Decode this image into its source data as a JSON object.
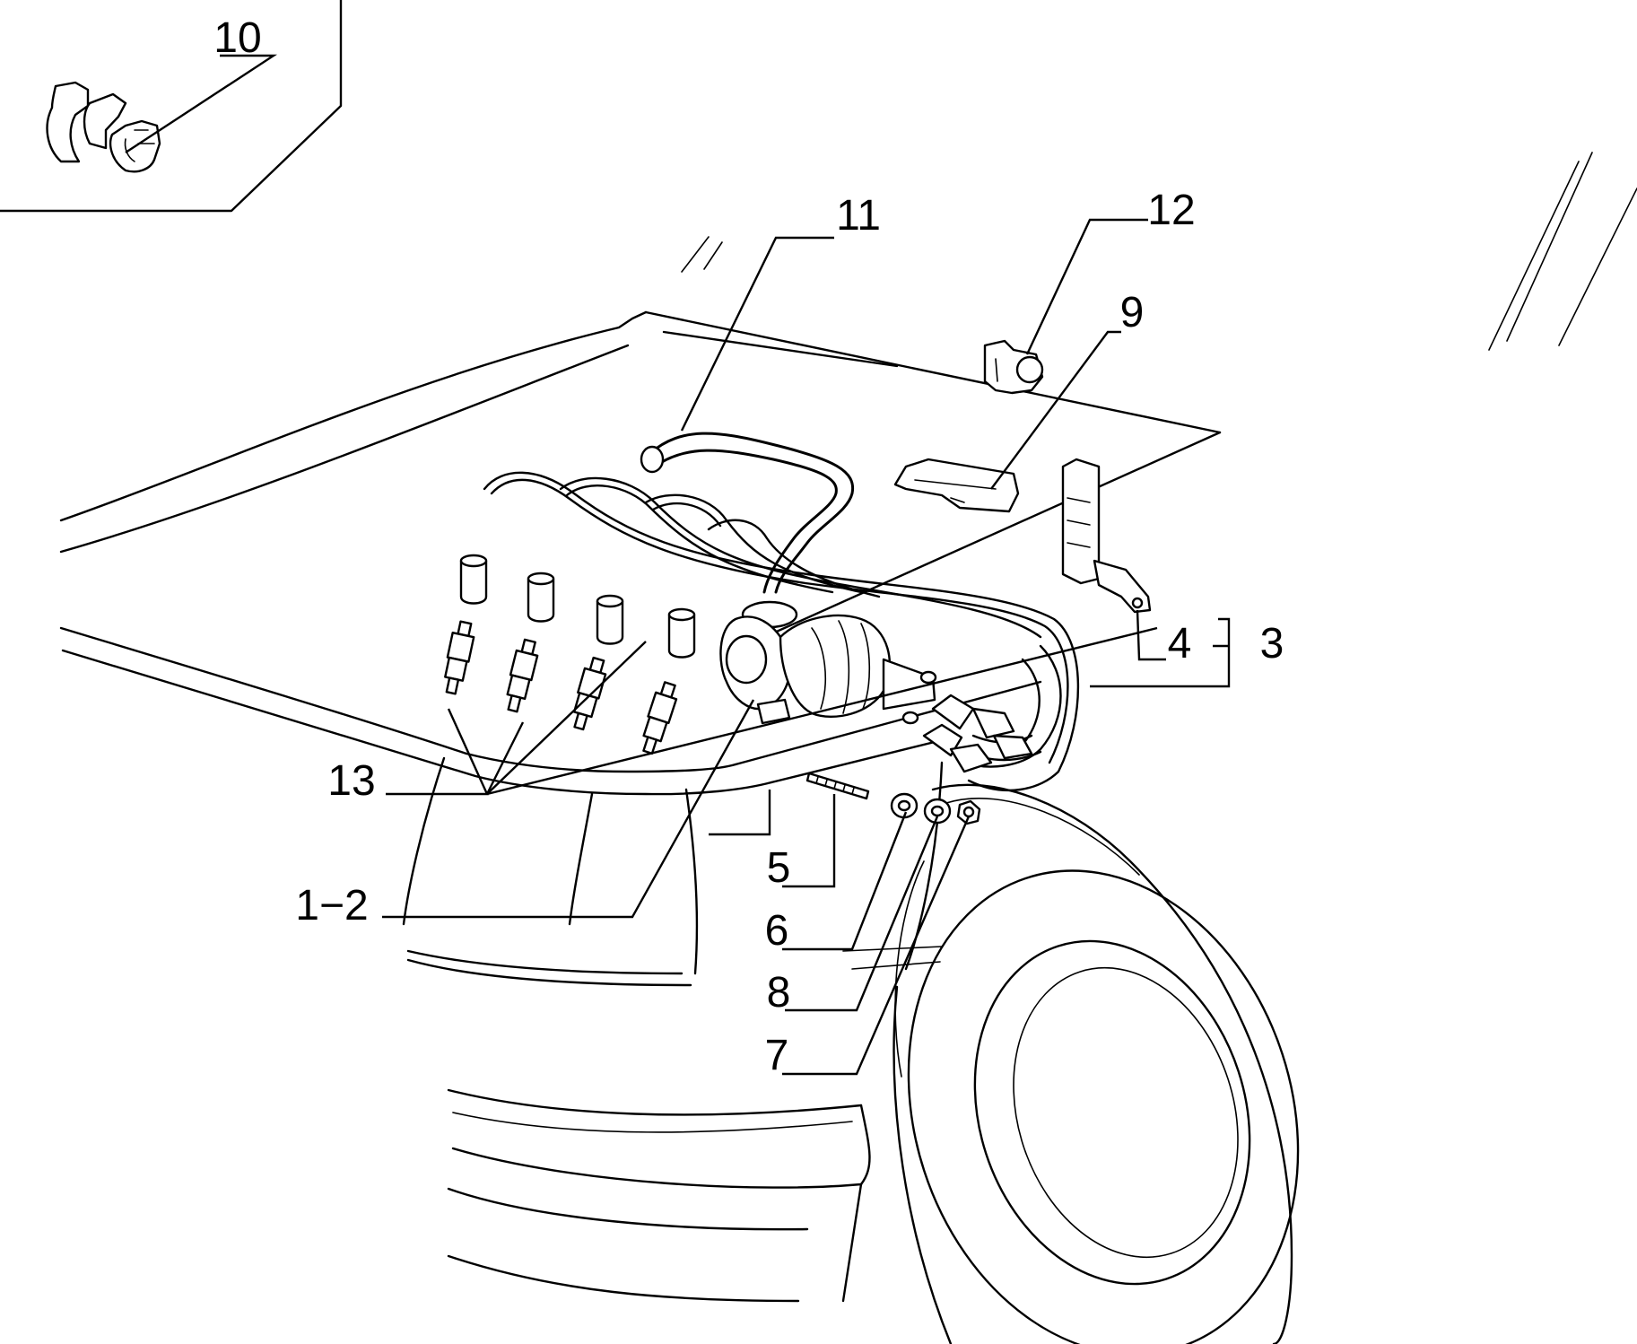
{
  "callouts": {
    "c10": "10",
    "c11": "11",
    "c12": "12",
    "c9": "9",
    "c4": "4",
    "c3": "3",
    "c13": "13",
    "c5": "5",
    "c1_2": "1−2",
    "c6": "6",
    "c8": "8",
    "c7": "7"
  }
}
